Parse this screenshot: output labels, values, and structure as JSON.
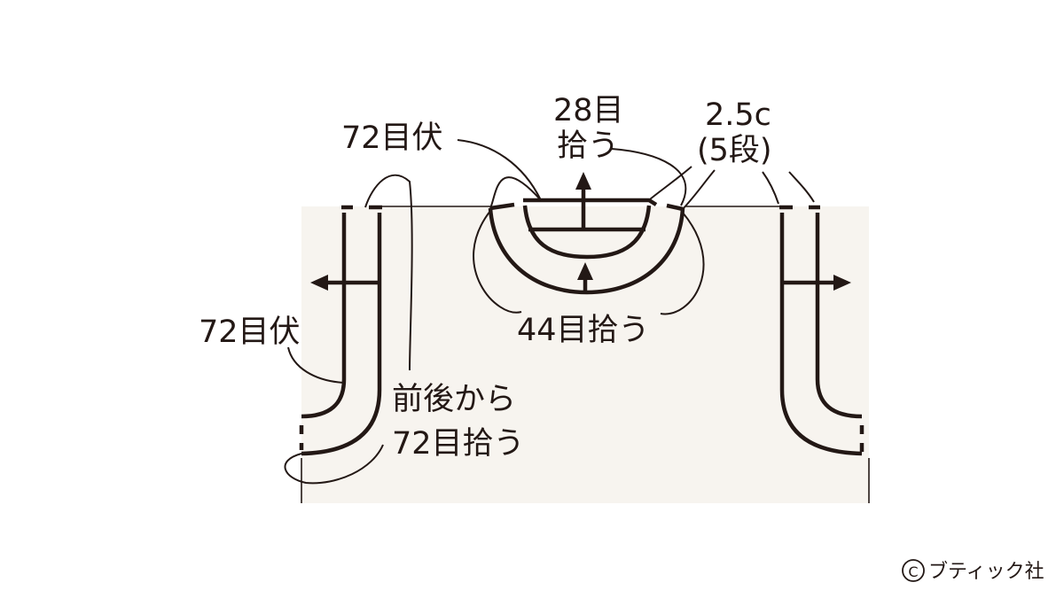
{
  "labels": {
    "bind_off_top": "72目伏",
    "pick_up_neck_top_line1": "28目",
    "pick_up_neck_top_line2": "拾う",
    "rows_line1": "2.5c",
    "rows_line2": "(5段)",
    "bind_off_left": "72目伏",
    "pick_up_neck_bottom": "44目拾う",
    "pick_up_sleeve_line1": "前後から",
    "pick_up_sleeve_line2": "72目拾う"
  },
  "credit": {
    "copyright_symbol": "C",
    "publisher": "ブティック社"
  },
  "colors": {
    "ink": "#231815",
    "body_fill": "#f7f4ef",
    "background": "#ffffff"
  }
}
